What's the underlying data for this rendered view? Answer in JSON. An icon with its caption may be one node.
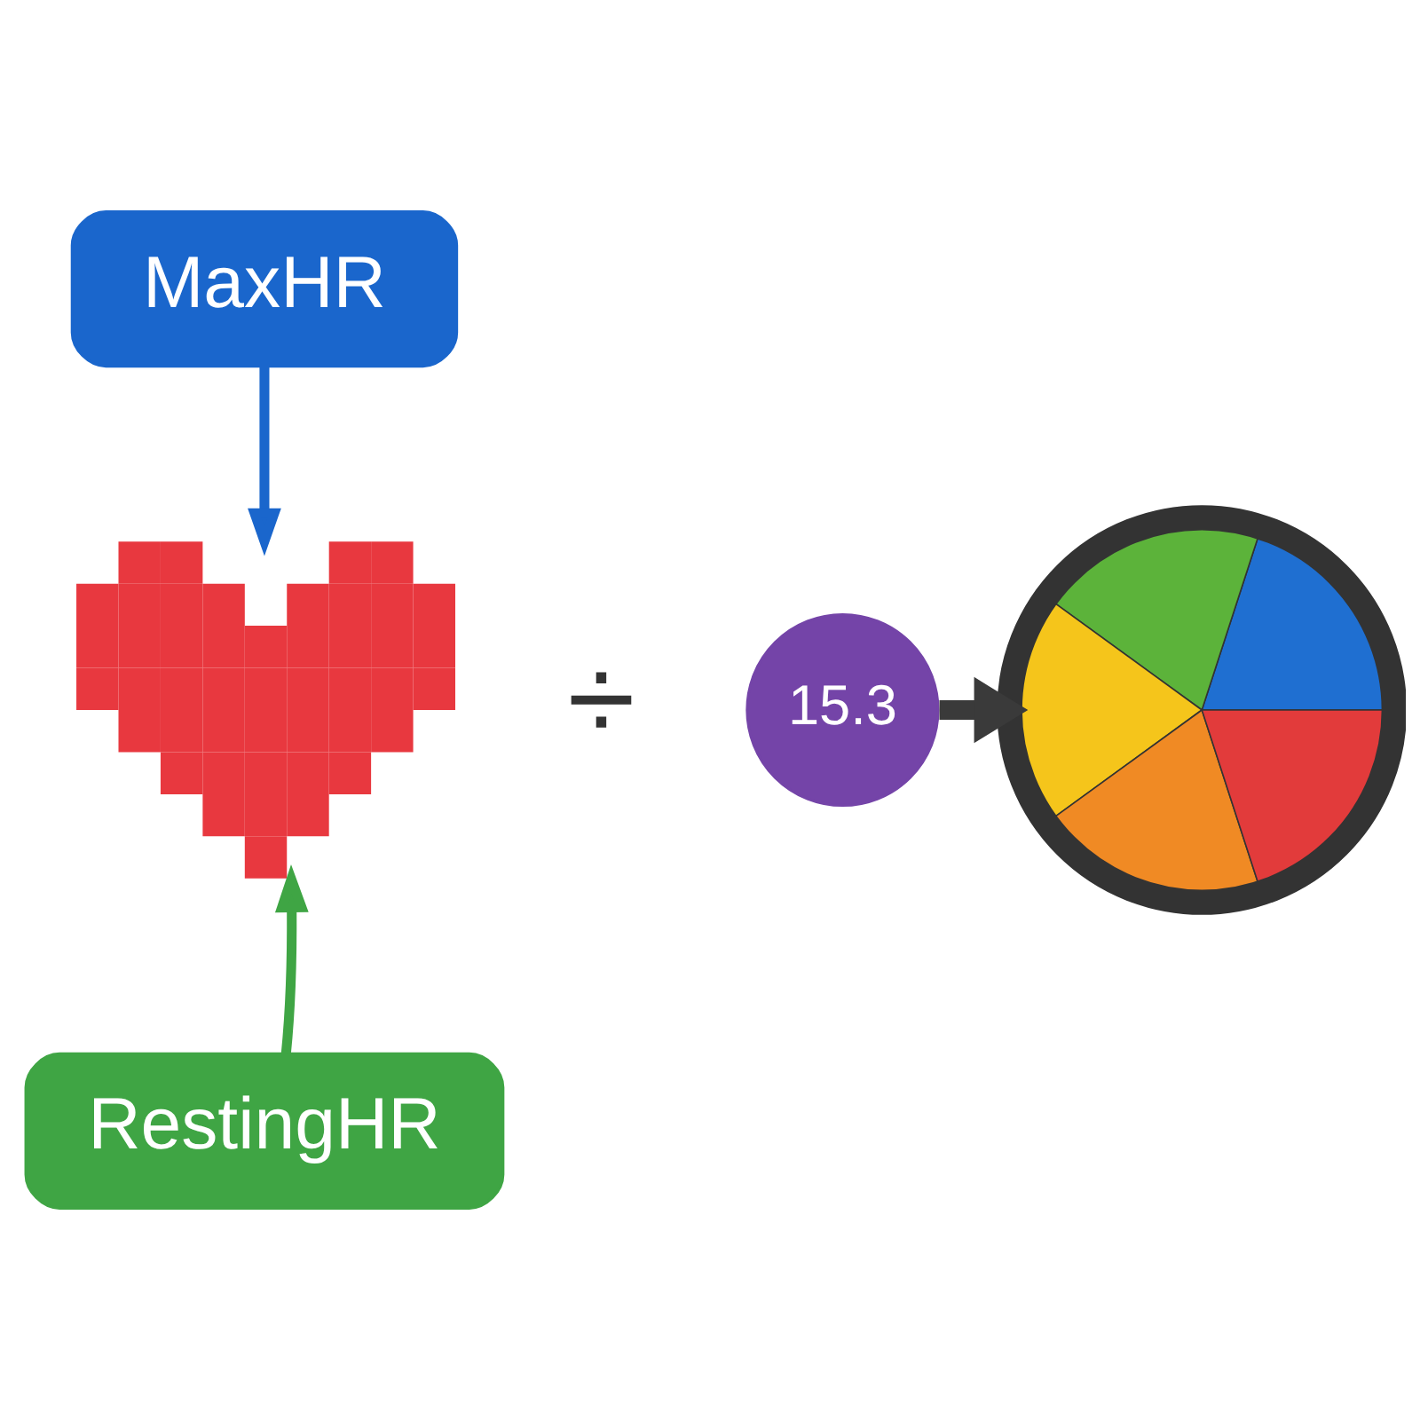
{
  "diagram": {
    "nodes": [
      {
        "text": [
          "MaxHR"
        ]
      },
      {
        "text": [],
        "shape": "picture"
      },
      {
        "text": [
          "RestingHR"
        ]
      },
      {
        "text": [
          "15.3"
        ]
      },
      {
        "text": [],
        "shape": "picture"
      }
    ],
    "edges": [
      {
        "from": 0,
        "to": 1,
        "arrow": "to",
        "color": "#1a66cc"
      },
      {
        "from": 2,
        "to": 1,
        "arrow": "to",
        "color": "#3fa544"
      },
      {
        "from": 3,
        "to": 4,
        "arrow": "to",
        "style": "thick",
        "color": "#3a3a3a"
      }
    ],
    "labels": [
      "÷"
    ]
  }
}
